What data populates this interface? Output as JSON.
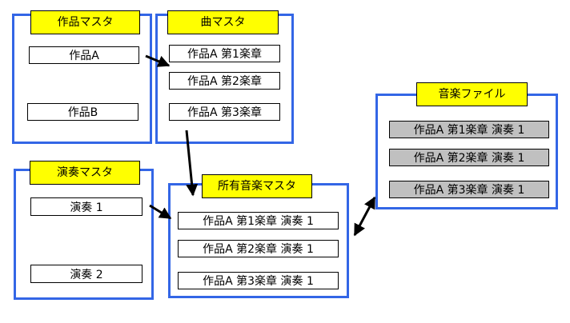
{
  "colors": {
    "panel_border": "#3366e6",
    "title_fill": "#ffff00",
    "file_item_fill": "#c0c0c0",
    "arrow": "#000000"
  },
  "works_master": {
    "title": "作品マスタ",
    "items": [
      "作品A",
      "作品B"
    ]
  },
  "songs_master": {
    "title": "曲マスタ",
    "items": [
      "作品A 第1楽章",
      "作品A 第2楽章",
      "作品A 第3楽章"
    ]
  },
  "performances_master": {
    "title": "演奏マスタ",
    "items": [
      "演奏 1",
      "演奏 2"
    ]
  },
  "owned_music_master": {
    "title": "所有音楽マスタ",
    "items": [
      "作品A 第1楽章 演奏 1",
      "作品A 第2楽章 演奏 1",
      "作品A 第3楽章 演奏 1"
    ]
  },
  "music_files": {
    "title": "音楽ファイル",
    "items": [
      "作品A 第1楽章 演奏 1",
      "作品A 第2楽章 演奏 1",
      "作品A 第3楽章 演奏 1"
    ]
  }
}
